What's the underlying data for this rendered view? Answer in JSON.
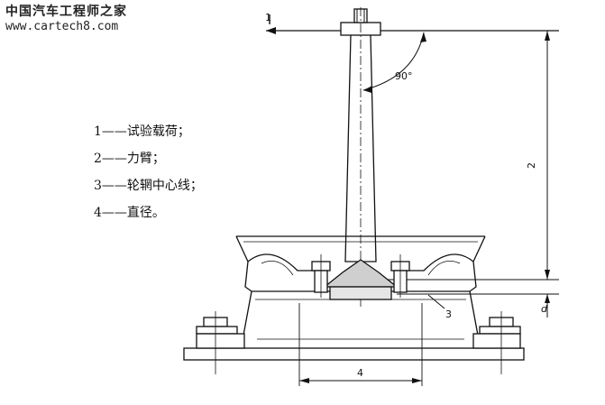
{
  "watermark": {
    "site_name": "中国汽车工程师之家",
    "url": "www.cartech8.com"
  },
  "legend": [
    {
      "num": "1",
      "dash": "——",
      "text": "试验载荷；"
    },
    {
      "num": "2",
      "dash": "——",
      "text": "力臂；"
    },
    {
      "num": "3",
      "dash": "——",
      "text": "轮辋中心线；"
    },
    {
      "num": "4",
      "dash": "——",
      "text": "直径。"
    }
  ],
  "diagram": {
    "label_load": "1",
    "label_angle": "90°",
    "label_arm": "2",
    "label_centerline": "3",
    "label_diameter": "4",
    "label_offset": "d"
  }
}
